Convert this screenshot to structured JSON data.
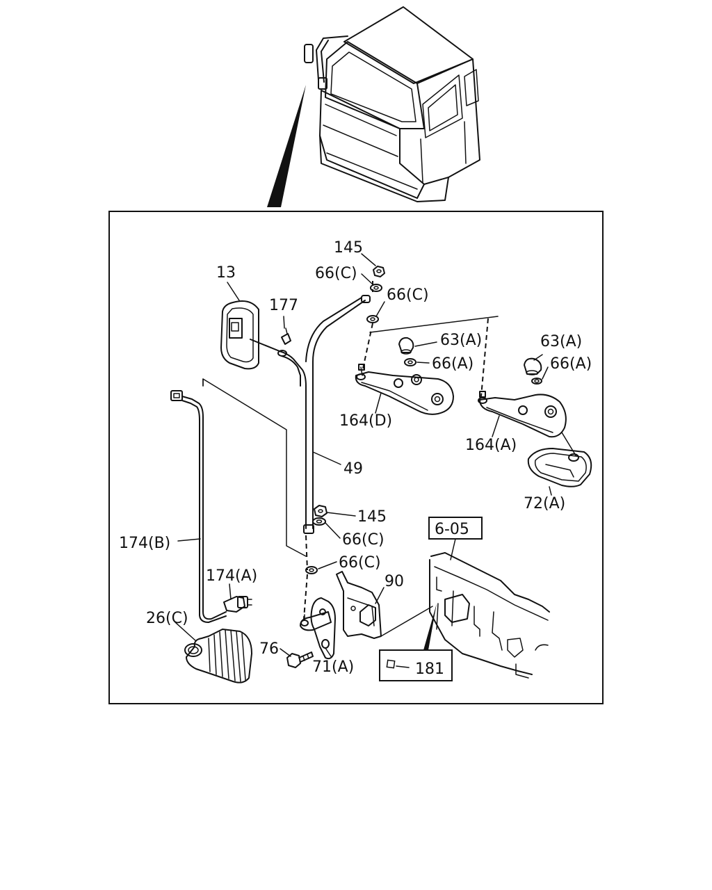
{
  "callouts": {
    "c145_top": "145",
    "c66c_a": "66(C)",
    "c66c_b": "66(C)",
    "c13": "13",
    "c177": "177",
    "c63a_left": "63(A)",
    "c66a_left": "66(A)",
    "c63a_right": "63(A)",
    "c66a_right": "66(A)",
    "c164d": "164(D)",
    "c164a": "164(A)",
    "c49": "49",
    "c72a": "72(A)",
    "c145_bot": "145",
    "c66c_c": "66(C)",
    "c66c_d": "66(C)",
    "c174b": "174(B)",
    "c174a": "174(A)",
    "c90": "90",
    "c26c": "26(C)",
    "c76": "76",
    "c71a": "71(A)"
  },
  "references": {
    "section_ref": "6-05",
    "ref_181": "181"
  },
  "colors": {
    "line": "#111111",
    "background": "#ffffff"
  }
}
